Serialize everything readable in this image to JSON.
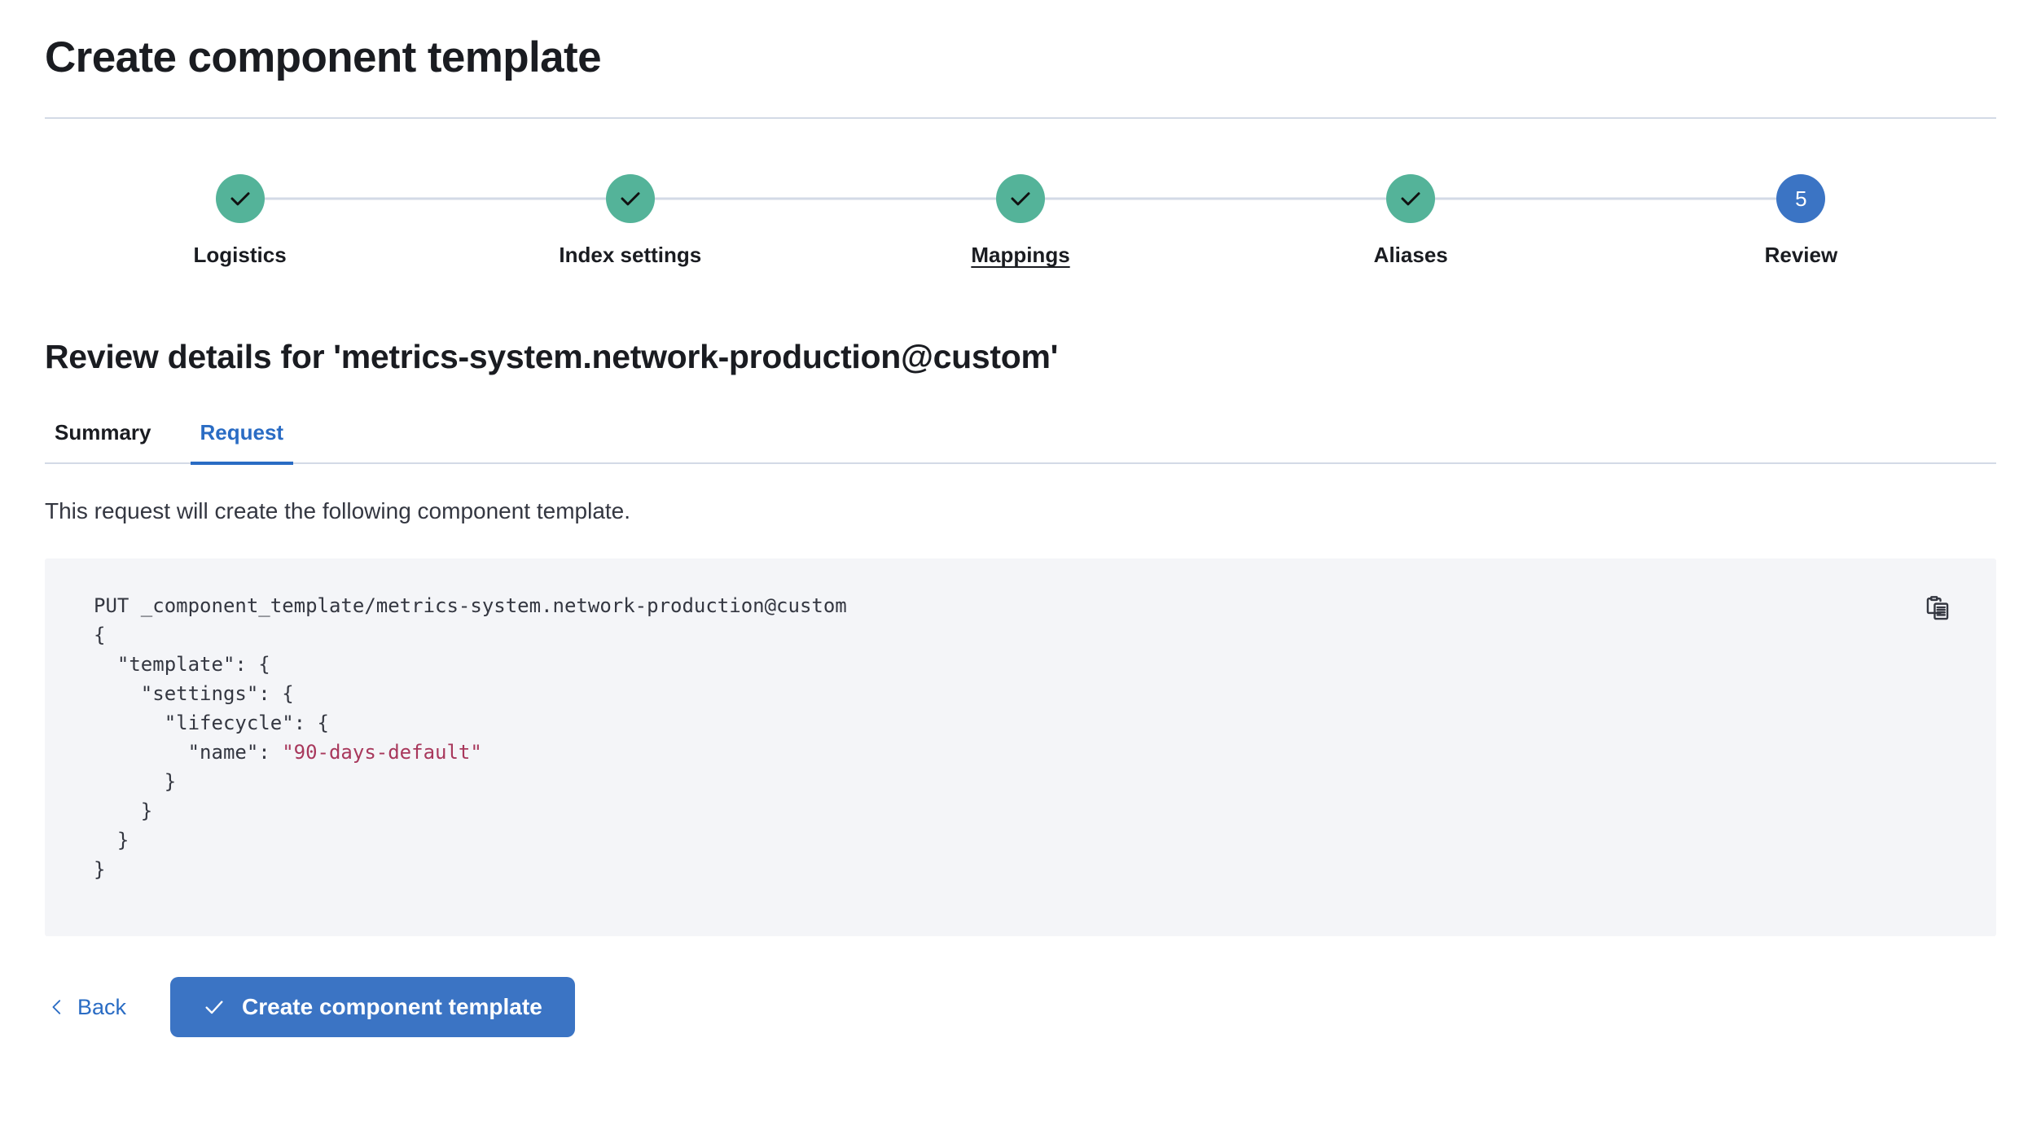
{
  "header": {
    "title": "Create component template"
  },
  "stepper": {
    "steps": [
      {
        "label": "Logistics",
        "state": "complete",
        "icon": "check-icon",
        "number": "1",
        "underlined": false
      },
      {
        "label": "Index settings",
        "state": "complete",
        "icon": "check-icon",
        "number": "2",
        "underlined": false
      },
      {
        "label": "Mappings",
        "state": "complete",
        "icon": "check-icon",
        "number": "3",
        "underlined": true
      },
      {
        "label": "Aliases",
        "state": "complete",
        "icon": "check-icon",
        "number": "4",
        "underlined": false
      },
      {
        "label": "Review",
        "state": "current",
        "icon": "number",
        "number": "5",
        "underlined": false
      }
    ],
    "complete_color": "#54b399",
    "current_color": "#3b74c4",
    "line_color": "#d3dae6"
  },
  "review": {
    "heading": "Review details for 'metrics-system.network-production@custom'",
    "tabs": [
      {
        "label": "Summary",
        "active": false
      },
      {
        "label": "Request",
        "active": true
      }
    ],
    "active_tab_color": "#2a6cc4",
    "description": "This request will create the following component template."
  },
  "code": {
    "method_and_path": "PUT _component_template/metrics-system.network-production@custom",
    "line_open_root": "{",
    "line_template": "  \"template\": {",
    "line_settings": "    \"settings\": {",
    "line_lifecycle": "      \"lifecycle\": {",
    "line_name_key": "        \"name\": ",
    "line_name_value": "\"90-days-default\"",
    "line_close_1": "      }",
    "line_close_2": "    }",
    "line_close_3": "  }",
    "line_close_4": "}",
    "string_color": "#a8385c",
    "background": "#f4f5f8",
    "copy_icon": "clipboard-copy-icon"
  },
  "footer": {
    "back_label": "Back",
    "back_icon": "chevron-left-icon",
    "submit_label": "Create component template",
    "submit_icon": "check-icon",
    "submit_color": "#3b74c4"
  }
}
